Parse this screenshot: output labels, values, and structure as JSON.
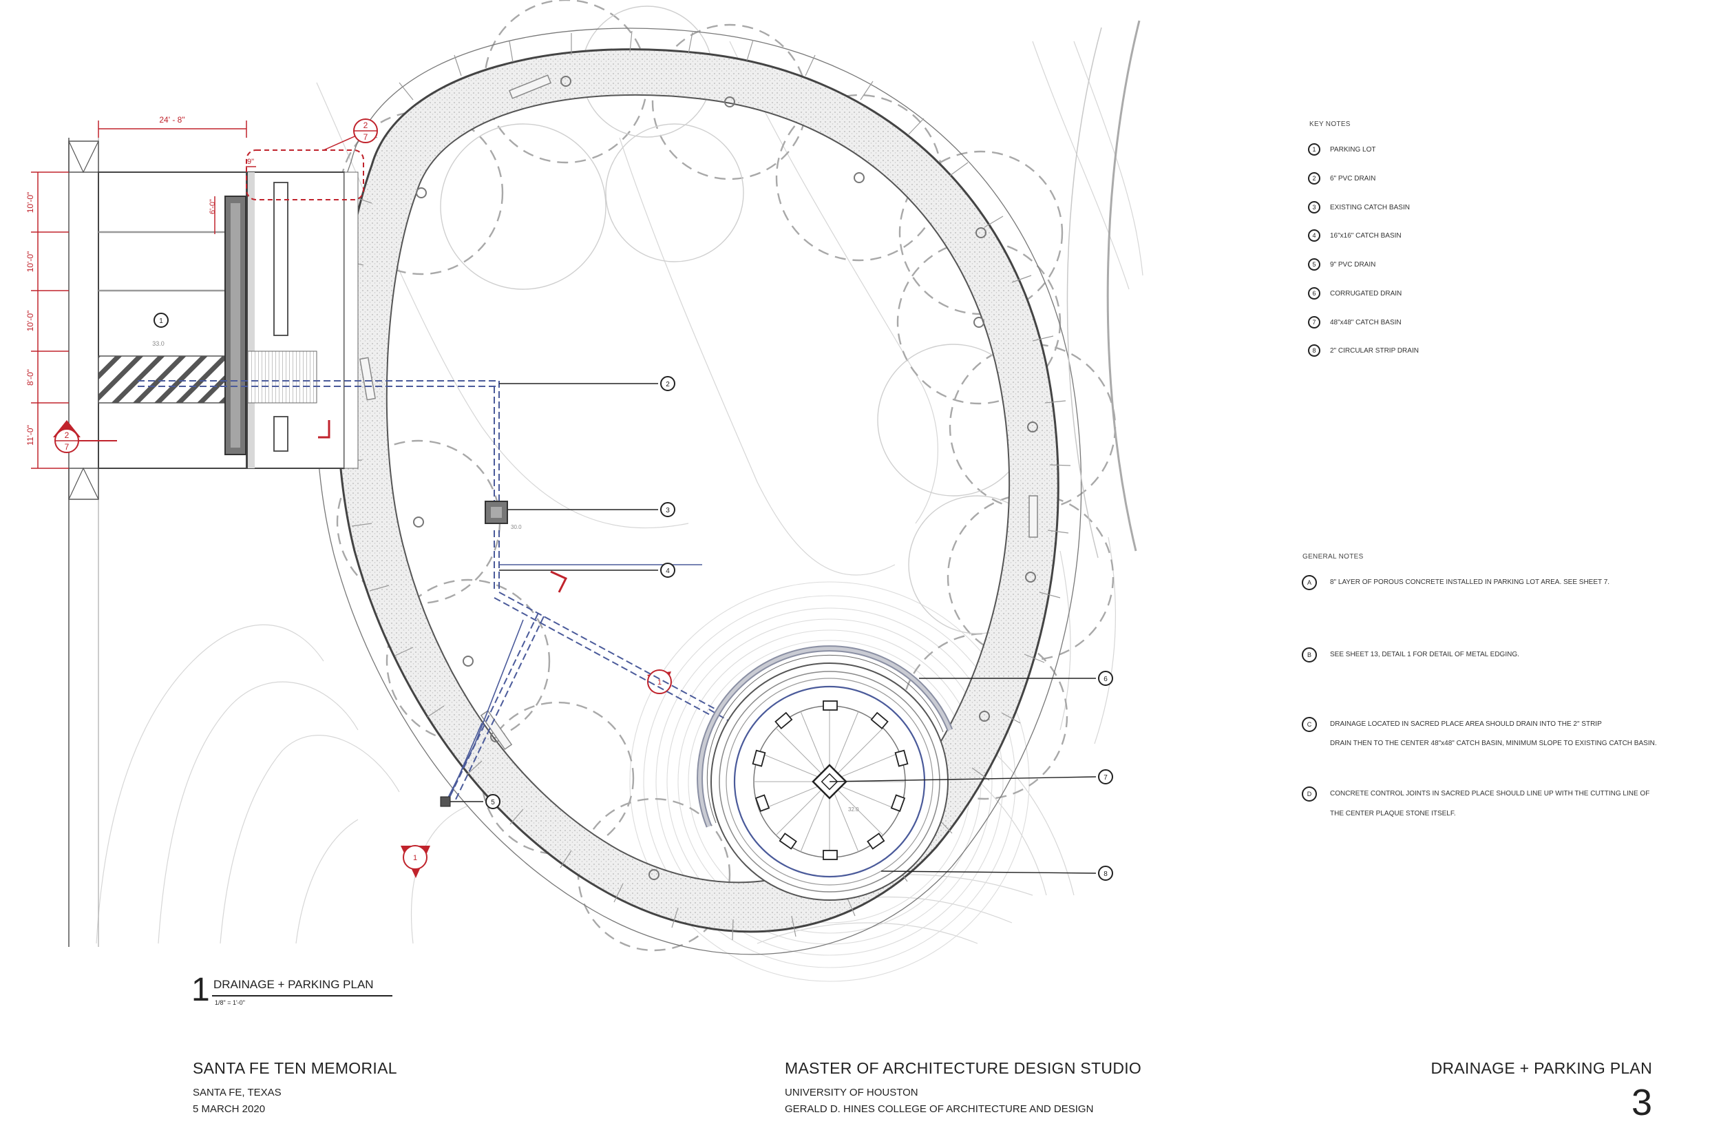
{
  "plan": {
    "dimensions": {
      "top": "24' - 8\"",
      "small": "9\"",
      "stall": "6'-0\"",
      "rows": [
        "10'-0\"",
        "10'-0\"",
        "10'-0\"",
        "8'-0\"",
        "11'-0\""
      ]
    },
    "section_marker": {
      "top": "2",
      "bottom": "7"
    },
    "callouts": [
      "1",
      "2",
      "3",
      "4",
      "5",
      "6",
      "7",
      "8"
    ],
    "spot_elevation": "33.0",
    "basin_elevation": "30.0",
    "center_elevation": "32.0",
    "sheet_marker": "1"
  },
  "key_notes": {
    "heading": "KEY NOTES",
    "items": [
      {
        "num": "1",
        "text": "PARKING LOT"
      },
      {
        "num": "2",
        "text": "6\" PVC DRAIN"
      },
      {
        "num": "3",
        "text": "EXISTING CATCH BASIN"
      },
      {
        "num": "4",
        "text": "16\"x16\" CATCH BASIN"
      },
      {
        "num": "5",
        "text": "9\" PVC DRAIN"
      },
      {
        "num": "6",
        "text": "CORRUGATED DRAIN"
      },
      {
        "num": "7",
        "text": "48\"x48\" CATCH BASIN"
      },
      {
        "num": "8",
        "text": "2\" CIRCULAR STRIP DRAIN"
      }
    ]
  },
  "general_notes": {
    "heading": "GENERAL NOTES",
    "items": [
      {
        "letter": "A",
        "lines": [
          "8\" LAYER OF POROUS CONCRETE INSTALLED IN PARKING LOT AREA. SEE SHEET 7."
        ]
      },
      {
        "letter": "B",
        "lines": [
          "SEE SHEET 13, DETAIL 1 FOR DETAIL OF METAL EDGING."
        ]
      },
      {
        "letter": "C",
        "lines": [
          "DRAINAGE LOCATED IN SACRED PLACE AREA SHOULD DRAIN INTO THE 2\" STRIP",
          "DRAIN THEN TO THE CENTER 48\"x48\" CATCH BASIN, MINIMUM SLOPE TO EXISTING CATCH BASIN."
        ]
      },
      {
        "letter": "D",
        "lines": [
          "CONCRETE CONTROL JOINTS IN SACRED PLACE SHOULD LINE UP WITH THE CUTTING LINE OF",
          "THE CENTER PLAQUE STONE ITSELF."
        ]
      }
    ]
  },
  "plan_title": {
    "number": "1",
    "name": "DRAINAGE + PARKING PLAN",
    "scale": "1/8\" = 1'-0\""
  },
  "title_block": {
    "project": "SANTA FE TEN MEMORIAL",
    "location": "SANTA FE, TEXAS",
    "date": "5 MARCH 2020",
    "studio": "MASTER OF ARCHITECTURE DESIGN STUDIO",
    "university": "UNIVERSITY OF HOUSTON",
    "college": "GERALD D. HINES COLLEGE OF ARCHITECTURE AND DESIGN",
    "sheet_title": "DRAINAGE + PARKING PLAN",
    "sheet_number": "3"
  },
  "colors": {
    "linework": "#444444",
    "contour": "#cfcfcf",
    "drain": "#4a5a9a",
    "accent": "#c0232c",
    "paving": "#ededed"
  }
}
